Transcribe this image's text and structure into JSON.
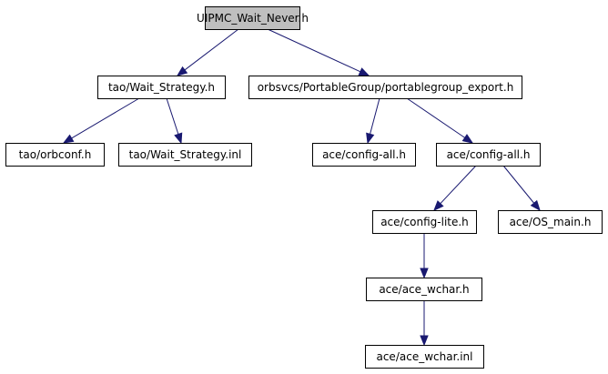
{
  "diagram": {
    "colors": {
      "edge": "#191970",
      "node_border": "#000000",
      "node_fill": "#ffffff",
      "root_fill": "#bfbfbf",
      "muted_border": "#bfbfbf",
      "muted_text": "#808080"
    },
    "nodes": [
      {
        "id": "root",
        "label": "UIPMC_Wait_Never.h",
        "style": "root"
      },
      {
        "id": "wait_strategy_h",
        "label": "tao/Wait_Strategy.h",
        "style": "normal"
      },
      {
        "id": "pg_export",
        "label": "orbsvcs/PortableGroup/portablegroup_export.h",
        "style": "normal"
      },
      {
        "id": "orbconf",
        "label": "tao/orbconf.h",
        "style": "normal"
      },
      {
        "id": "wait_strategy_inl",
        "label": "tao/Wait_Strategy.inl",
        "style": "normal"
      },
      {
        "id": "config_all_muted",
        "label": "ace/config-all.h",
        "style": "muted"
      },
      {
        "id": "config_all",
        "label": "ace/config-all.h",
        "style": "normal"
      },
      {
        "id": "config_lite",
        "label": "ace/config-lite.h",
        "style": "normal"
      },
      {
        "id": "os_main",
        "label": "ace/OS_main.h",
        "style": "normal"
      },
      {
        "id": "ace_wchar_h",
        "label": "ace/ace_wchar.h",
        "style": "normal"
      },
      {
        "id": "ace_wchar_inl",
        "label": "ace/ace_wchar.inl",
        "style": "normal"
      }
    ],
    "edges": [
      {
        "from": "root",
        "to": "wait_strategy_h"
      },
      {
        "from": "root",
        "to": "pg_export"
      },
      {
        "from": "wait_strategy_h",
        "to": "orbconf"
      },
      {
        "from": "wait_strategy_h",
        "to": "wait_strategy_inl"
      },
      {
        "from": "pg_export",
        "to": "config_all_muted"
      },
      {
        "from": "pg_export",
        "to": "config_all"
      },
      {
        "from": "config_all",
        "to": "config_lite"
      },
      {
        "from": "config_all",
        "to": "os_main"
      },
      {
        "from": "config_lite",
        "to": "ace_wchar_h"
      },
      {
        "from": "ace_wchar_h",
        "to": "ace_wchar_inl"
      }
    ]
  }
}
